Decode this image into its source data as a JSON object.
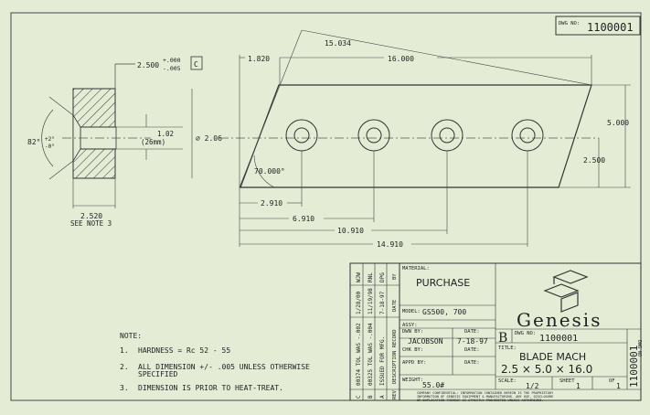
{
  "sheet": {
    "dwg_no_label": "DWG NO:",
    "dwg_no": "1100001",
    "side_number": "1100001"
  },
  "dims": {
    "bore": "2.500",
    "bore_tol_upper": "+.000",
    "bore_tol_lower": "-.005",
    "bore_ref": "C",
    "hole_dia": "1.02",
    "hole_mm": "(26mm)",
    "od": "⌀ 2.06",
    "chamfer_angle": "82°",
    "chamfer_tol_upper": "+2°",
    "chamfer_tol_lower": "-0°",
    "width": "2.520",
    "see_note": "SEE NOTE 3",
    "blade_offset": "1.820",
    "diag_length": "15.034",
    "top_length": "16.000",
    "height": "5.000",
    "mid_height": "2.500",
    "angle": "70.000°",
    "hole1": "2.910",
    "hole2": "6.910",
    "hole3": "10.910",
    "hole4": "14.910"
  },
  "notes": {
    "title": "NOTE:",
    "items": [
      {
        "num": "1.",
        "text": "HARDNESS = Rc 52 - 55"
      },
      {
        "num": "2.",
        "text": "ALL DIMENSION +/- .005 UNLESS OTHERWISE",
        "text2": "SPECIFIED"
      },
      {
        "num": "3.",
        "text": "DIMENSION IS PRIOR TO HEAT-TREAT."
      }
    ]
  },
  "revisions": {
    "headers": [
      "REV",
      "DESCRIPTION RECORD",
      "DATE",
      "BY"
    ],
    "rows": [
      {
        "rev": "C",
        "desc": "00374 TOL WAS -.002",
        "date": "1/28/00",
        "by": "WJW"
      },
      {
        "rev": "B",
        "desc": "00325 TOL WAS -.004",
        "date": "11/19/98",
        "by": "RNL"
      },
      {
        "rev": "A",
        "desc": "ISSUED FOR MFG.",
        "date": "7-18-97",
        "by": "DPG"
      }
    ]
  },
  "title_block": {
    "material_label": "MATERIAL:",
    "material": "PURCHASE",
    "model_label": "MODEL:",
    "model": "GS500, 700",
    "assy_label": "ASSY:",
    "dwn_label": "DWN BY:",
    "dwn": "JACOBSON",
    "date_label": "DATE:",
    "dwn_date": "7-18-97",
    "chk_label": "CHK BY:",
    "appd_label": "APPD BY:",
    "weight_label": "WEIGHT:",
    "weight": "55.0#",
    "company": "Genesis",
    "size": "B",
    "dwg_label": "DWG NO:",
    "dwg": "1100001",
    "title_label": "TITLE:",
    "title1": "BLADE MACH",
    "title2": "2.5 × 5.0 × 16.0",
    "scale_label": "SCALE:",
    "scale": "1/2",
    "sheet_label": "SHEET",
    "sheet": "1",
    "of_label": "OF",
    "of": "1",
    "dwg_side": "DWG NO",
    "confidential1": "COMPANY CONFIDENTIAL:  INFORMATION CONTAINED HEREIN IS THE PROPRIETARY",
    "confidential2": "INFORMATION OF GENESIS EQUIPMENT & MANUFACTURING.  ANY USE, DISCLOSURE",
    "confidential3": "OR DUPLICATION THEREOF IS STRICTLY PROHIBITED UNLESS AUTHORIZED."
  }
}
